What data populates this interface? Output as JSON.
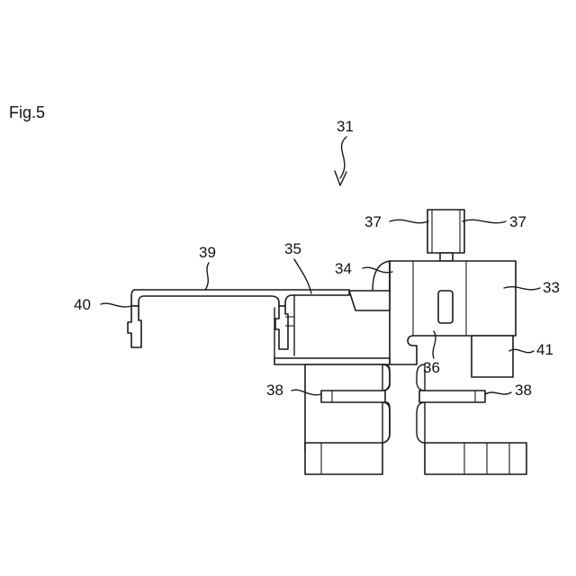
{
  "figure": {
    "label": "Fig.5",
    "ink_color": "#1a1a1a",
    "background": "#ffffff"
  },
  "references": {
    "assembly": "31",
    "part_33": "33",
    "part_34": "34",
    "part_35": "35",
    "part_36": "36",
    "part_37_left": "37",
    "part_37_right": "37",
    "part_38_left": "38",
    "part_38_right": "38",
    "part_39": "39",
    "part_40": "40",
    "part_41": "41"
  }
}
